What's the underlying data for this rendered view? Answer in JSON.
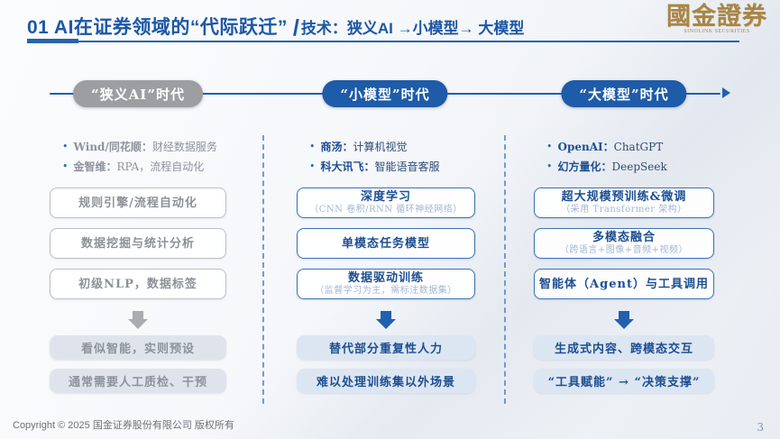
{
  "header": {
    "title_main": "01 AI在证券领域的“代际跃迁”",
    "title_separator": "/",
    "title_sub": "技术：狭义AI →小模型→ 大模型",
    "logo_text": "國金證券",
    "logo_subtext": "SINOLINK SECURITIES"
  },
  "timeline": {
    "eras": [
      {
        "label": "“狭义AI”时代",
        "color": "#9d9ea1"
      },
      {
        "label": "“小模型”时代",
        "color": "#1e5ba8"
      },
      {
        "label": "“大模型”时代",
        "color": "#1e5ba8"
      }
    ]
  },
  "columns": [
    {
      "theme": "gray",
      "bullets": [
        {
          "label": "Wind/同花顺：",
          "desc": "财经数据服务"
        },
        {
          "label": "金智维：",
          "desc": "RPA，流程自动化"
        }
      ],
      "boxes": [
        {
          "title": "规则引擎/流程自动化",
          "subtitle": ""
        },
        {
          "title": "数据挖掘与统计分析",
          "subtitle": ""
        },
        {
          "title": "初级NLP，数据标签",
          "subtitle": ""
        }
      ],
      "results": [
        "看似智能，实则预设",
        "通常需要人工质检、干预"
      ]
    },
    {
      "theme": "blue",
      "bullets": [
        {
          "label": "商汤：",
          "desc": "计算机视觉"
        },
        {
          "label": "科大讯飞：",
          "desc": "智能语音客服"
        }
      ],
      "boxes": [
        {
          "title": "深度学习",
          "subtitle": "（CNN 卷积/RNN 循环神经网络）"
        },
        {
          "title": "单模态任务模型",
          "subtitle": ""
        },
        {
          "title": "数据驱动训练",
          "subtitle": "（监督学习为主，需标注数据集）"
        }
      ],
      "results": [
        "替代部分重复性人力",
        "难以处理训练集以外场景"
      ]
    },
    {
      "theme": "blue",
      "bullets": [
        {
          "label": "OpenAI：",
          "desc": "ChatGPT"
        },
        {
          "label": "幻方量化：",
          "desc": "DeepSeek"
        }
      ],
      "boxes": [
        {
          "title": "超大规模预训练&微调",
          "subtitle": "（采用 Transformer 架构）"
        },
        {
          "title": "多模态融合",
          "subtitle": "（跨语言+图像+音频+视频）"
        },
        {
          "title": "智能体（Agent）与工具调用",
          "subtitle": ""
        }
      ],
      "results": [
        "生成式内容、跨模态交互",
        "“工具赋能” → “决策支撑”"
      ]
    }
  ],
  "footer": {
    "copyright": "Copyright © 2025 国金证券股份有限公司 版权所有",
    "page_number": "3"
  },
  "colors": {
    "accent_blue": "#1e5ba8",
    "era_gray": "#9d9ea1",
    "logo_gold": "#a98545",
    "result_pill_bg": "#dce6f2",
    "title_blue": "#1c57a5"
  }
}
